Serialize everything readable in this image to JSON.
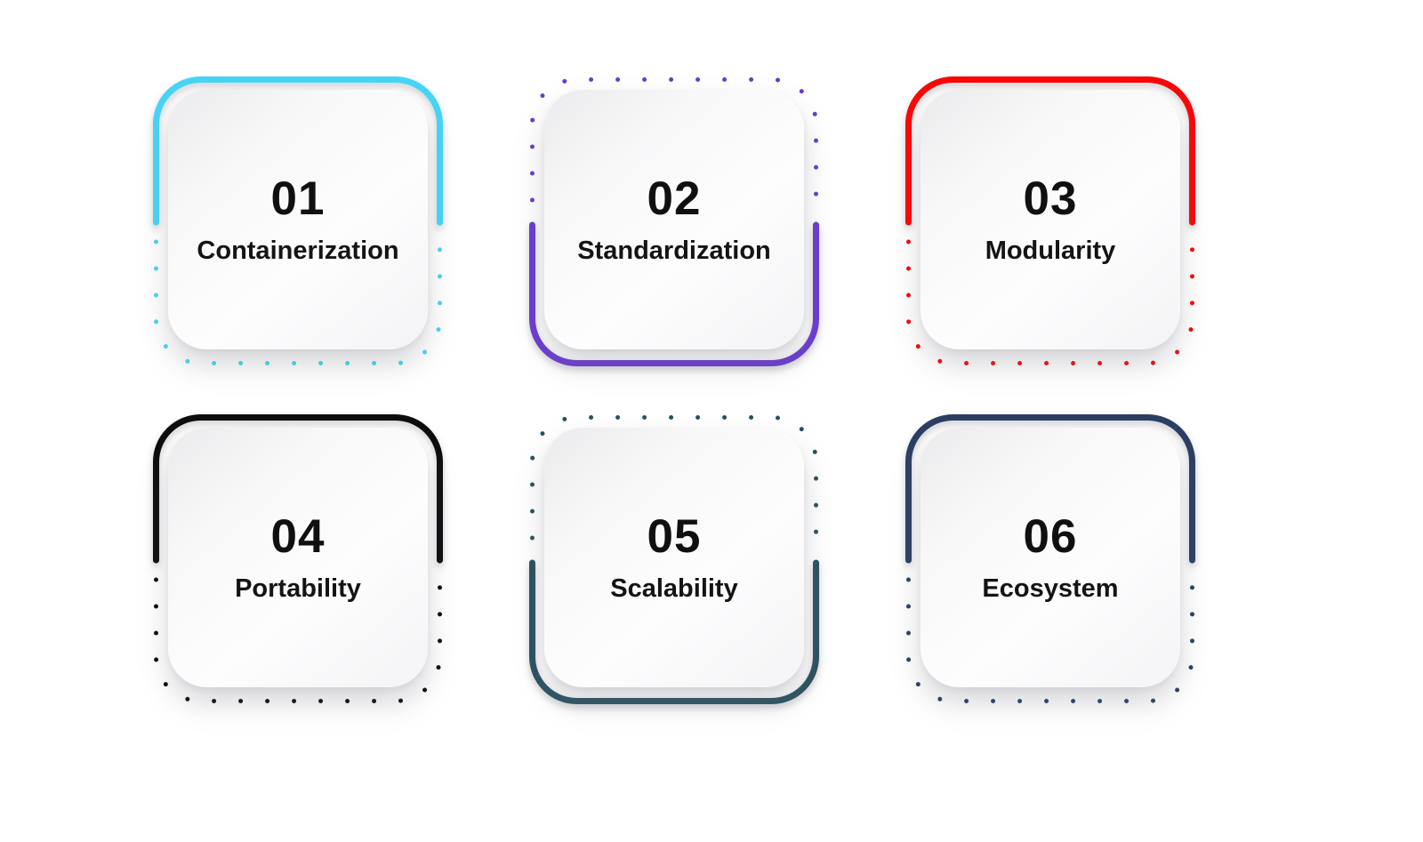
{
  "canvas": {
    "background_color": "#ffffff",
    "text_color": "#111111"
  },
  "cards": [
    {
      "number": "01",
      "label": "Containerization",
      "color": "#46d5f6",
      "accent_position": "top"
    },
    {
      "number": "02",
      "label": "Standardization",
      "color": "#6a3bd1",
      "accent_position": "bottom"
    },
    {
      "number": "03",
      "label": "Modularity",
      "color": "#fa0707",
      "accent_position": "top"
    },
    {
      "number": "04",
      "label": "Portability",
      "color": "#0d0d0d",
      "accent_position": "top"
    },
    {
      "number": "05",
      "label": "Scalability",
      "color": "#2a5260",
      "accent_position": "bottom"
    },
    {
      "number": "06",
      "label": "Ecosystem",
      "color": "#2c3f63",
      "accent_position": "top"
    }
  ]
}
